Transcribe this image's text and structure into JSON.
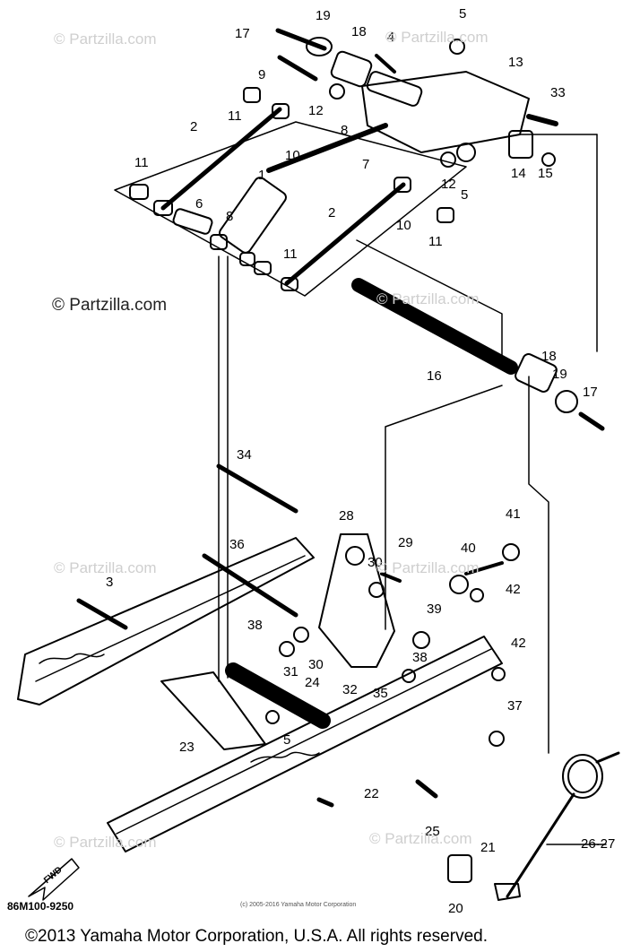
{
  "watermarks": {
    "light": "© Partzilla.com",
    "dark": "© Partzilla.com"
  },
  "callouts": [
    {
      "label": "17"
    },
    {
      "label": "19"
    },
    {
      "label": "18"
    },
    {
      "label": "4"
    },
    {
      "label": "5"
    },
    {
      "label": "9"
    },
    {
      "label": "13"
    },
    {
      "label": "33"
    },
    {
      "label": "11"
    },
    {
      "label": "12"
    },
    {
      "label": "2"
    },
    {
      "label": "8"
    },
    {
      "label": "10"
    },
    {
      "label": "7"
    },
    {
      "label": "12"
    },
    {
      "label": "5"
    },
    {
      "label": "14"
    },
    {
      "label": "15"
    },
    {
      "label": "11"
    },
    {
      "label": "1"
    },
    {
      "label": "6"
    },
    {
      "label": "8"
    },
    {
      "label": "2"
    },
    {
      "label": "10"
    },
    {
      "label": "11"
    },
    {
      "label": "11"
    },
    {
      "label": "16"
    },
    {
      "label": "18"
    },
    {
      "label": "19"
    },
    {
      "label": "17"
    },
    {
      "label": "34"
    },
    {
      "label": "28"
    },
    {
      "label": "41"
    },
    {
      "label": "36"
    },
    {
      "label": "29"
    },
    {
      "label": "30"
    },
    {
      "label": "40"
    },
    {
      "label": "42"
    },
    {
      "label": "3"
    },
    {
      "label": "38"
    },
    {
      "label": "39"
    },
    {
      "label": "30"
    },
    {
      "label": "31"
    },
    {
      "label": "38"
    },
    {
      "label": "42"
    },
    {
      "label": "32"
    },
    {
      "label": "35"
    },
    {
      "label": "24"
    },
    {
      "label": "37"
    },
    {
      "label": "23"
    },
    {
      "label": "5"
    },
    {
      "label": "22"
    },
    {
      "label": "25"
    },
    {
      "label": "26·27"
    },
    {
      "label": "21"
    },
    {
      "label": "20"
    }
  ],
  "fwd_label": "FWD",
  "part_code": "86M100-9250",
  "small_copyright": "(c) 2005-2016 Yamaha Motor Corporation",
  "copyright": "©2013 Yamaha Motor Corporation, U.S.A. All rights reserved."
}
